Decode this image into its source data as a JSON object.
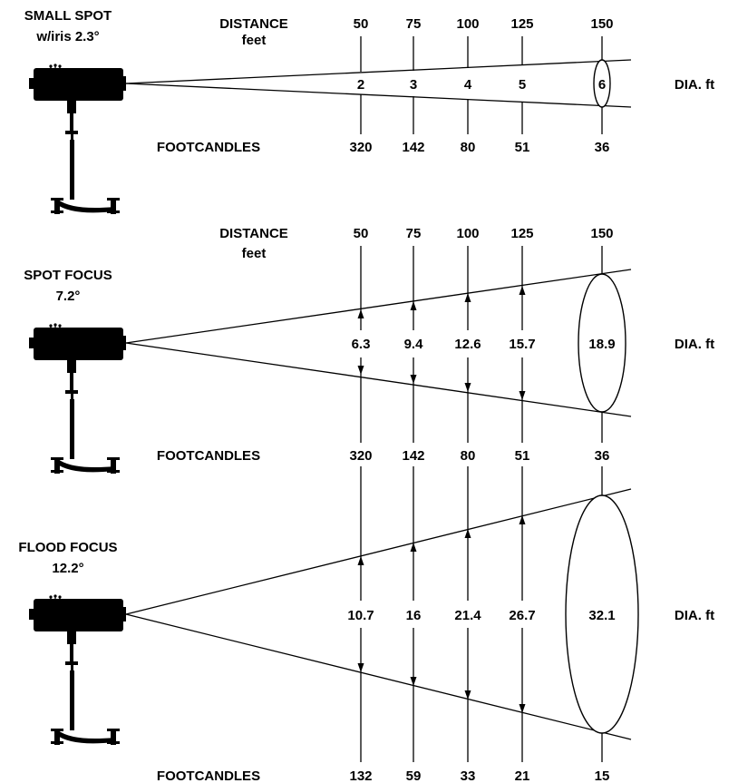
{
  "colors": {
    "ink": "#000000",
    "background": "#ffffff"
  },
  "icon": "spotlight-icon",
  "sections": [
    {
      "id": "small-spot",
      "title_line1": "SMALL SPOT",
      "title_line2": "w/iris 2.3°",
      "distance_label": "DISTANCE",
      "distance_unit": "feet",
      "footcandles_label": "FOOTCANDLES",
      "dia_label": "DIA. ft",
      "distances": [
        "50",
        "75",
        "100",
        "125",
        "150"
      ],
      "diameters": [
        "2",
        "3",
        "4",
        "5",
        "6"
      ],
      "footcandles": [
        "320",
        "142",
        "80",
        "51",
        "36"
      ]
    },
    {
      "id": "spot-focus",
      "title_line1": "SPOT FOCUS",
      "title_line2": "7.2°",
      "distance_label": "DISTANCE",
      "distance_unit": "feet",
      "footcandles_label": "FOOTCANDLES",
      "dia_label": "DIA. ft",
      "distances": [
        "50",
        "75",
        "100",
        "125",
        "150"
      ],
      "diameters": [
        "6.3",
        "9.4",
        "12.6",
        "15.7",
        "18.9"
      ],
      "footcandles": [
        "320",
        "142",
        "80",
        "51",
        "36"
      ]
    },
    {
      "id": "flood-focus",
      "title_line1": "FLOOD FOCUS",
      "title_line2": "12.2°",
      "footcandles_label": "FOOTCANDLES",
      "dia_label": "DIA. ft",
      "diameters": [
        "10.7",
        "16",
        "21.4",
        "26.7",
        "32.1"
      ],
      "footcandles": [
        "132",
        "59",
        "33",
        "21",
        "15"
      ]
    }
  ]
}
